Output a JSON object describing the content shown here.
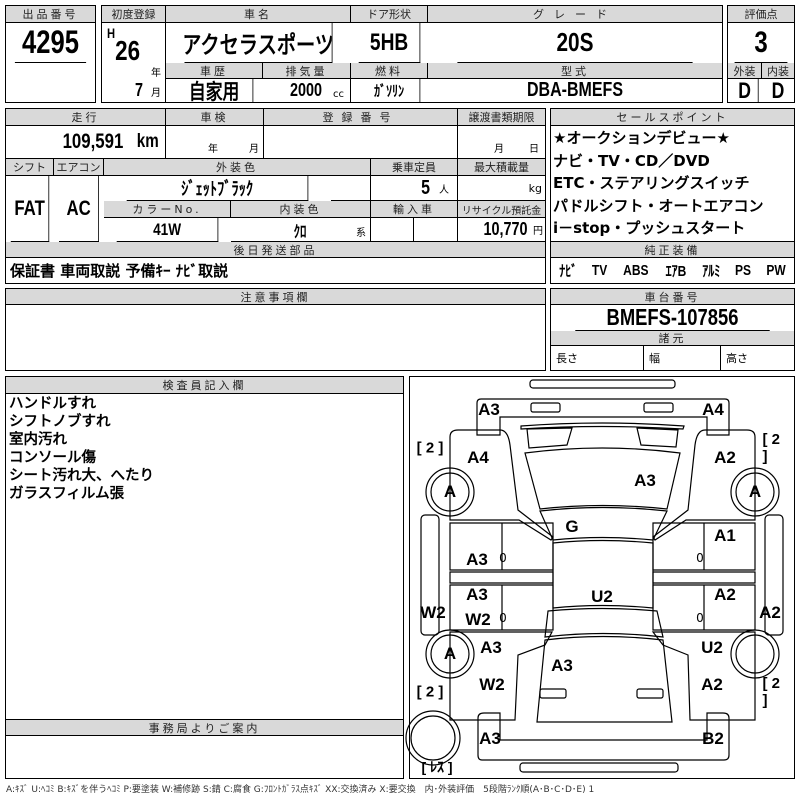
{
  "lot": {
    "label": "出品番号",
    "value": "4295"
  },
  "first_reg": {
    "label": "初度登録",
    "era": "H",
    "year": "26",
    "year_unit": "年",
    "month": "7",
    "month_unit": "月"
  },
  "car_name": {
    "label": "車名",
    "value": "アクセラスポーツ"
  },
  "history": {
    "label": "車歴",
    "value": "自家用"
  },
  "displacement": {
    "label": "排気量",
    "value": "2000",
    "unit": "cc"
  },
  "door": {
    "label": "ドア形状",
    "value": "5HB"
  },
  "fuel": {
    "label": "燃料",
    "value": "ｶﾞｿﾘﾝ"
  },
  "grade": {
    "label": "グレード",
    "value": "20S"
  },
  "model": {
    "label": "型式",
    "value": "DBA-BMEFS"
  },
  "score": {
    "label": "評価点",
    "value": "3",
    "ext_label": "外装",
    "int_label": "内装",
    "ext": "D",
    "int": "D"
  },
  "mileage": {
    "label": "走行",
    "value": "109,591",
    "unit": "km"
  },
  "inspection": {
    "label": "車検",
    "year_unit": "年",
    "month_unit": "月"
  },
  "reg_no": {
    "label": "登録番号"
  },
  "transfer": {
    "label": "譲渡書類期限",
    "month_unit": "月",
    "day_unit": "日"
  },
  "shift": {
    "label": "シフト",
    "value": "FAT"
  },
  "ac": {
    "label": "エアコン",
    "value": "AC"
  },
  "ext_color": {
    "label": "外装色",
    "value": "ｼﾞｪｯﾄﾌﾞﾗｯｸ"
  },
  "capacity": {
    "label": "乗車定員",
    "value": "5",
    "unit": "人"
  },
  "max_load": {
    "label": "最大積載量",
    "unit": "kg"
  },
  "color_no": {
    "label": "カラーNo.",
    "value": "41W"
  },
  "int_color": {
    "label": "内装色",
    "value": "ｸﾛ",
    "unit": "系"
  },
  "import": {
    "label": "輸入車"
  },
  "recycle": {
    "label": "リサイクル預託金",
    "value": "10,770",
    "unit": "円"
  },
  "later_parts": {
    "label": "後日発送部品",
    "value": "保証書 車両取説 予備ｷｰ ﾅﾋﾞ取説"
  },
  "sales_points": {
    "label": "セールスポイント",
    "items": [
      "★オークションデビュー★",
      "ナビ・TV・CD／DVD",
      "ETC・ステアリングスイッチ",
      "パドルシフト・オートエアコン",
      "i－stop・プッシュスタート"
    ]
  },
  "equipment": {
    "label": "純正装備",
    "items": [
      "ﾅﾋﾞ",
      "TV",
      "ABS",
      "ｴｱB",
      "ｱﾙﾐ",
      "PS",
      "PW"
    ]
  },
  "notes": {
    "label": "注意事項欄"
  },
  "chassis": {
    "label": "車台番号",
    "value": "BMEFS-107856"
  },
  "specs": {
    "label": "諸元",
    "length": "長さ",
    "width": "幅",
    "height": "高さ"
  },
  "inspector": {
    "label": "検査員記入欄",
    "lines": [
      "ハンドルすれ",
      "シフトノブすれ",
      "室内汚れ",
      "コンソール傷",
      "シート汚れ大、へたり",
      "ガラスフィルム張"
    ]
  },
  "office": {
    "label": "事務局よりご案内"
  },
  "diagram": {
    "marks": [
      "A3",
      "A4",
      "[ 2 ]",
      "A4",
      "[ 2 ]",
      "A2",
      "A",
      "A",
      "A3",
      "G",
      "A1",
      "A3",
      "0",
      "0",
      "A3",
      "U2",
      "A2",
      "W2",
      "W2",
      "0",
      "0",
      "A2",
      "A",
      "A3",
      "U2",
      "A3",
      "W2",
      "A2",
      "[ 2 ]",
      "[ 2 ]",
      "A3",
      "B2",
      "[ ﾚｽ ]"
    ]
  },
  "legend": "A:ｷｽﾞ U:ﾍｺﾐ B:ｷｽﾞを伴うﾍｺﾐ P:要塗装 W:補修跡 S:錆 C:腐食 G:ﾌﾛﾝﾄｶﾞﾗｽ点ｷｽﾞ XX:交換済み X:要交換　内･外装評価　5段階ﾗﾝｸ順(A･B･C･D･E) 1"
}
